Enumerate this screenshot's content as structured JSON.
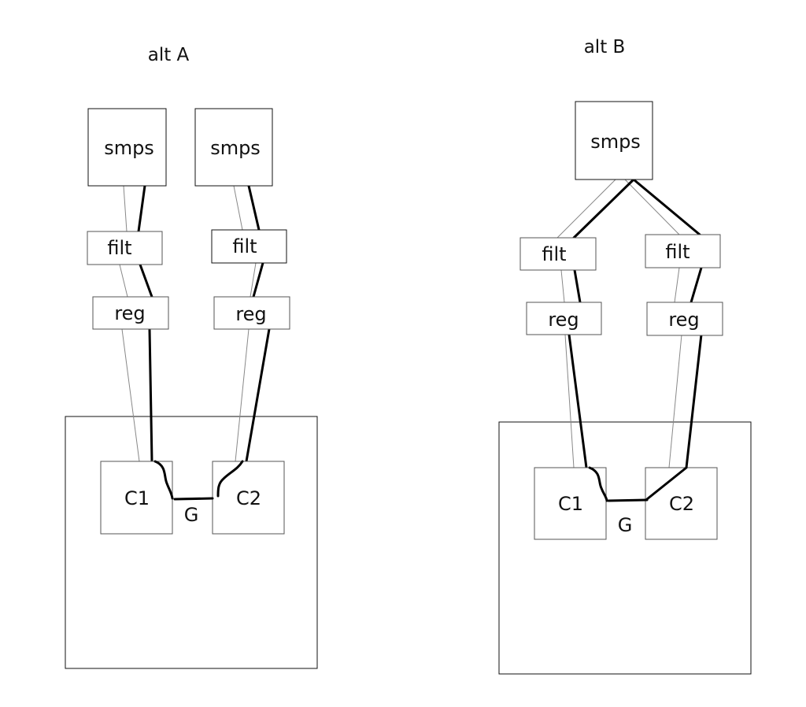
{
  "alternatives": [
    {
      "title": "alt A",
      "smps": [
        "smps",
        "smps"
      ],
      "filt": [
        "filt",
        "filt"
      ],
      "reg": [
        "reg",
        "reg"
      ],
      "chips": [
        "C1",
        "C2"
      ],
      "ground": "G"
    },
    {
      "title": "alt B",
      "smps": [
        "smps"
      ],
      "filt": [
        "filt",
        "filt"
      ],
      "reg": [
        "reg",
        "reg"
      ],
      "chips": [
        "C1",
        "C2"
      ],
      "ground": "G"
    }
  ]
}
